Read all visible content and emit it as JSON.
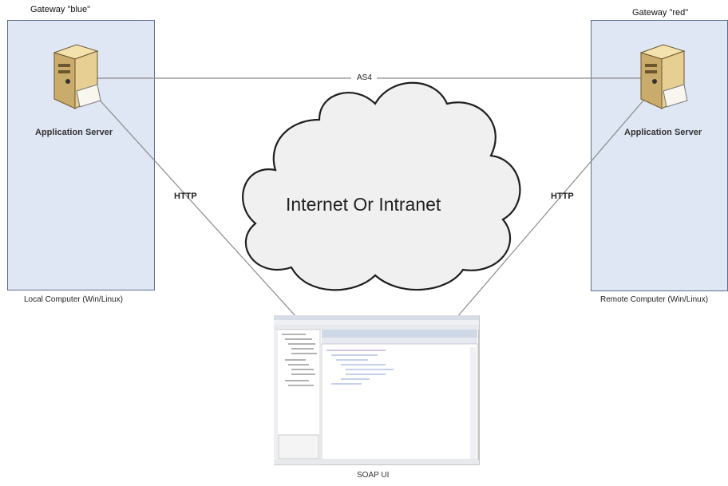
{
  "left_node": {
    "gateway_title": "Gateway \"blue\"",
    "server_label": "Application Server",
    "computer_label": "Local Computer (Win/Linux)"
  },
  "right_node": {
    "gateway_title": "Gateway \"red\"",
    "server_label": "Application Server",
    "computer_label": "Remote Computer (Win/Linux)"
  },
  "connections": {
    "middle_label": "AS4",
    "left_protocol": "HTTP",
    "right_protocol": "HTTP"
  },
  "cloud_label": "Internet Or Intranet",
  "client_label": "SOAP UI",
  "colors": {
    "box_fill": "#dfe6f4",
    "box_border": "#5b6f8c",
    "line": "#8a8a8a",
    "cloud_fill": "#f0f0f0"
  }
}
